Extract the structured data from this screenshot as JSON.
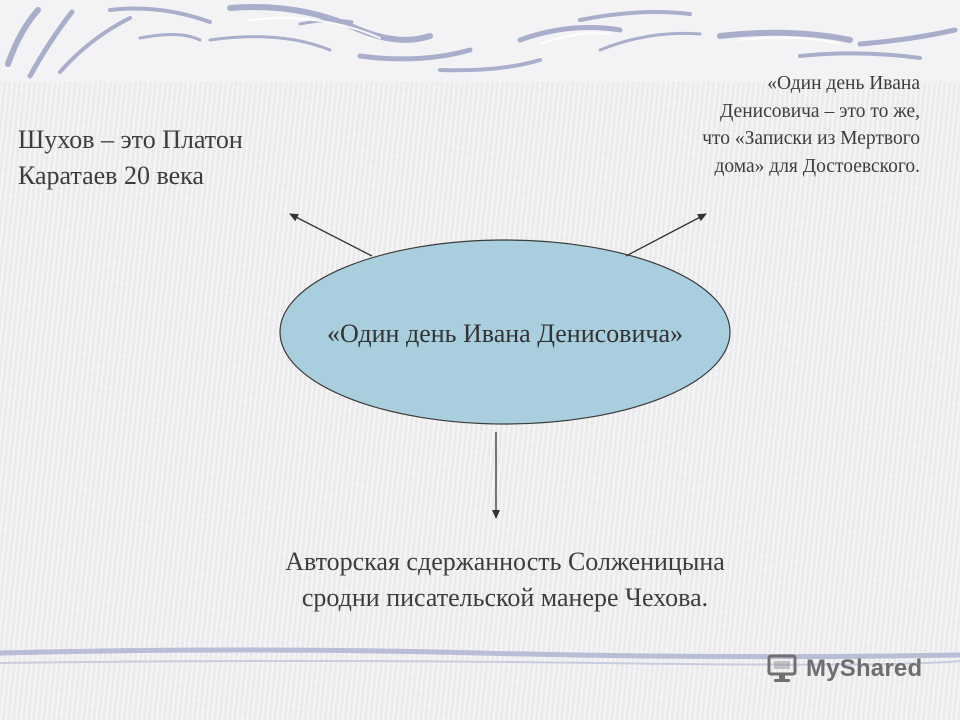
{
  "diagram": {
    "center_label": "«Один день Ивана Денисовича»",
    "left_note": "Шухов – это Платон\n Каратаев 20 века",
    "right_note": "«Один день Ивана\nДенисовича – это то же,\nчто «Записки из Мертвого\nдома» для Достоевского.",
    "bottom_note": "Авторская сдержанность Солженицына\nсродни писательской манере Чехова."
  },
  "watermark": {
    "text": "MyShared",
    "logo_icon": "computer-monitor-icon"
  },
  "colors": {
    "ellipse_fill": "#a9cedd",
    "ellipse_stroke": "#3a3a3a",
    "arrow": "#333333",
    "band_stroke": "#a9aecb",
    "background": "#f0f0f2"
  }
}
